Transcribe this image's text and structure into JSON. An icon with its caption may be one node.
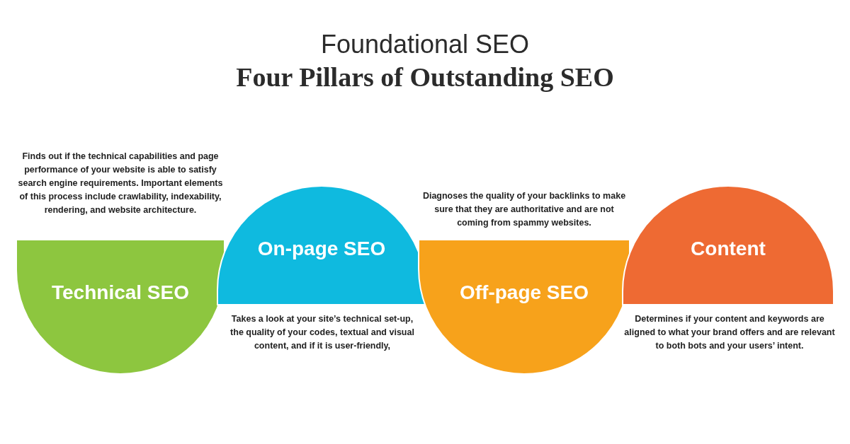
{
  "diagram": {
    "title": "Foundational SEO",
    "nodes": [
      {
        "text": [
          "Technical SEO"
        ]
      },
      {
        "text": [
          "On-page SEO"
        ]
      },
      {
        "text": [
          "Off-page SEO"
        ]
      },
      {
        "text": [
          "Content"
        ]
      }
    ],
    "labels": [
      "Four Pillars of Outstanding SEO",
      "Finds out if the technical capabilities and page performance of your website is able to satisfy search engine requirements. Important elements of this process include crawlability, indexability, rendering, and website architecture.",
      "Diagnoses the quality of your backlinks to make sure that they are authoritative and are not coming from spammy websites.",
      "Takes a look at your site’s technical set-up, the quality of your codes, textual and visual content, and if it is user-friendly,",
      "Determines if your content and keywords are aligned to what your brand offers and are relevant to both bots and your users’ intent."
    ]
  }
}
